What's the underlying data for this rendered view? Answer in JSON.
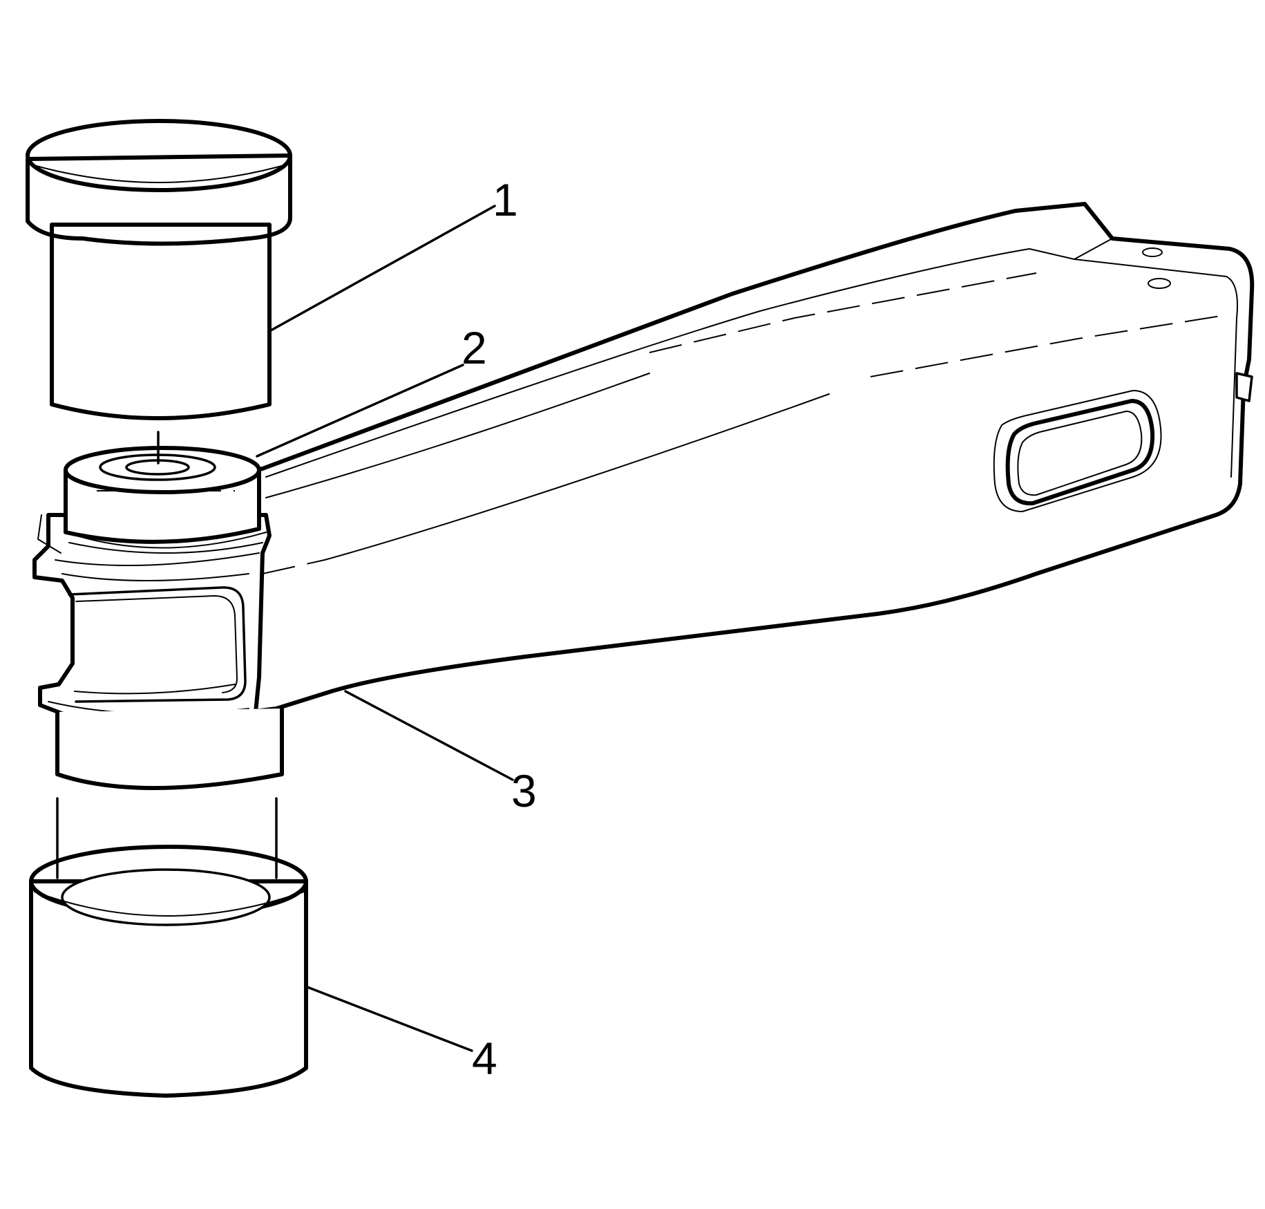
{
  "callouts": [
    {
      "id": "1",
      "label": "1"
    },
    {
      "id": "2",
      "label": "2"
    },
    {
      "id": "3",
      "label": "3"
    },
    {
      "id": "4",
      "label": "4"
    }
  ],
  "colors": {
    "line": "#000000",
    "background": "#ffffff",
    "stipple": "#000000"
  }
}
